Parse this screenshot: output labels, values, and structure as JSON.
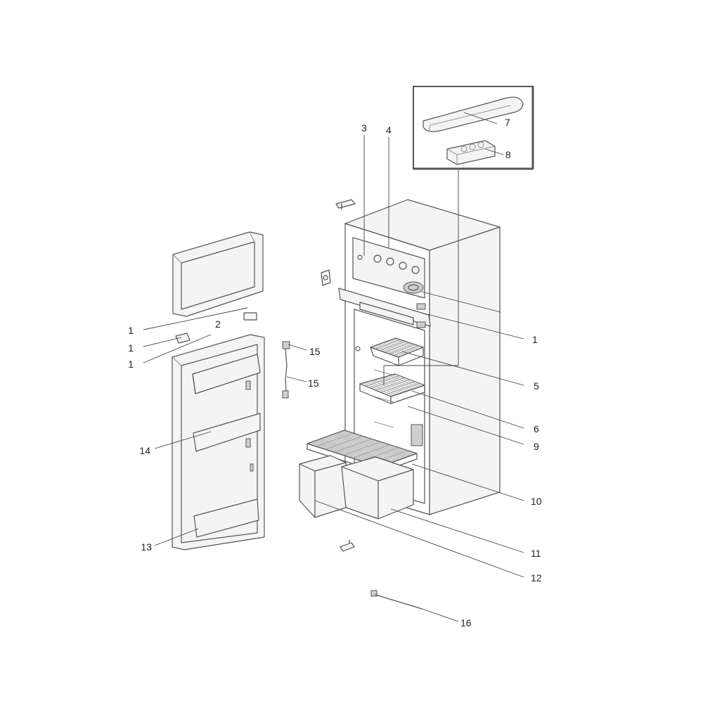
{
  "callouts": [
    {
      "id": "c1a",
      "text": "1"
    },
    {
      "id": "c1b",
      "text": "1"
    },
    {
      "id": "c1c",
      "text": "1"
    },
    {
      "id": "c1d",
      "text": "1"
    },
    {
      "id": "c2",
      "text": "2"
    },
    {
      "id": "c3",
      "text": "3"
    },
    {
      "id": "c4",
      "text": "4"
    },
    {
      "id": "c5",
      "text": "5"
    },
    {
      "id": "c6",
      "text": "6"
    },
    {
      "id": "c7",
      "text": "7"
    },
    {
      "id": "c8",
      "text": "8"
    },
    {
      "id": "c9",
      "text": "9"
    },
    {
      "id": "c10",
      "text": "10"
    },
    {
      "id": "c11",
      "text": "11"
    },
    {
      "id": "c12",
      "text": "12"
    },
    {
      "id": "c13",
      "text": "13"
    },
    {
      "id": "c14",
      "text": "14"
    },
    {
      "id": "c15a",
      "text": "15"
    },
    {
      "id": "c15b",
      "text": "15"
    },
    {
      "id": "c16",
      "text": "16"
    }
  ]
}
